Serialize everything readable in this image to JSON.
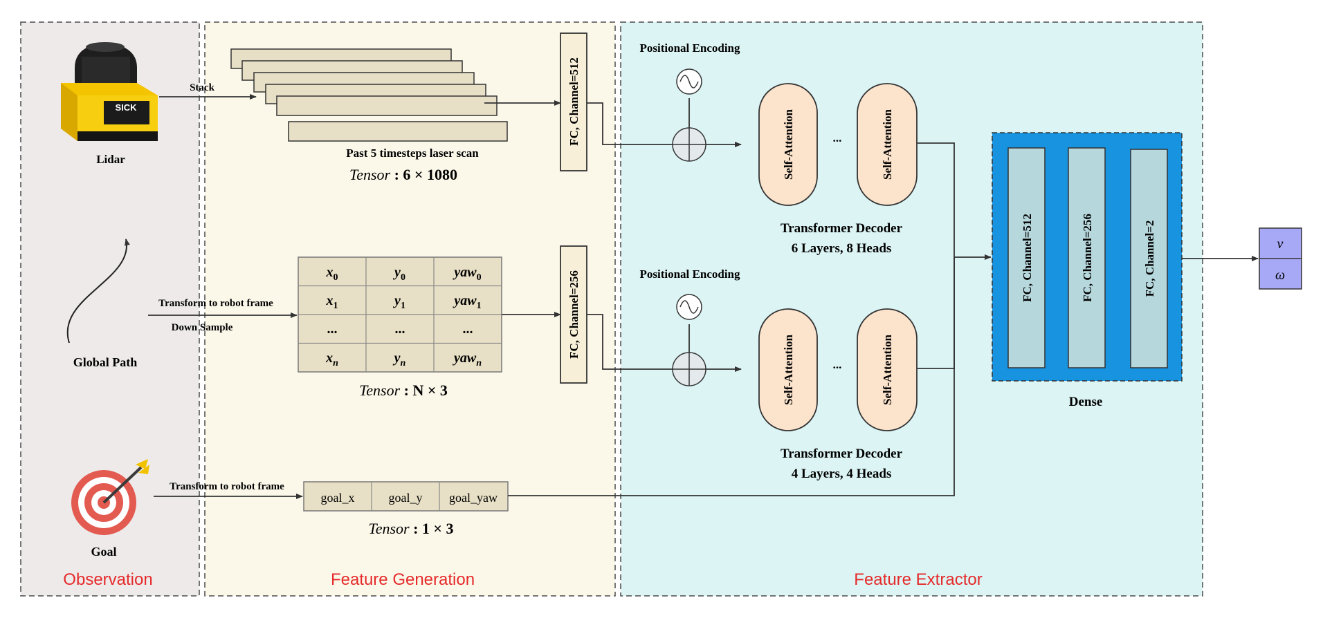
{
  "panels": {
    "observation": "Observation",
    "feature_generation": "Feature Generation",
    "feature_extractor": "Feature Extractor"
  },
  "observation": {
    "lidar_label": "Lidar",
    "lidar_brand": "SICK",
    "global_path_label": "Global Path",
    "goal_label": "Goal"
  },
  "edges": {
    "stack": "Stack",
    "transform1": "Transform to robot frame",
    "downsample": "Down Sample",
    "transform2": "Transform to robot frame"
  },
  "laser": {
    "caption": "Past 5 timesteps laser scan",
    "tensor_prefix": "Tensor",
    "tensor_dims": ": 6 × 1080"
  },
  "path_table": {
    "rows": [
      [
        {
          "b": "x",
          "s": "0"
        },
        {
          "b": "y",
          "s": "0"
        },
        {
          "b": "yaw",
          "s": "0"
        }
      ],
      [
        {
          "b": "x",
          "s": "1"
        },
        {
          "b": "y",
          "s": "1"
        },
        {
          "b": "yaw",
          "s": "1"
        }
      ],
      [
        {
          "b": "...",
          "s": ""
        },
        {
          "b": "...",
          "s": ""
        },
        {
          "b": "...",
          "s": ""
        }
      ],
      [
        {
          "b": "x",
          "s": "n"
        },
        {
          "b": "y",
          "s": "n"
        },
        {
          "b": "yaw",
          "s": "n"
        }
      ]
    ],
    "tensor_prefix": "Tensor",
    "tensor_dims": ": N × 3"
  },
  "goal_table": {
    "cells": [
      "goal_x",
      "goal_y",
      "goal_yaw"
    ],
    "tensor_prefix": "Tensor",
    "tensor_dims": ": 1 × 3"
  },
  "fc": {
    "top": "FC, Channel=512",
    "mid": "FC, Channel=256"
  },
  "transformers": {
    "pos_enc_top": "Positional Encoding",
    "pos_enc_bottom": "Positional Encoding",
    "self_attention": "Self-Attention",
    "ellipsis": "...",
    "top_title": "Transformer Decoder",
    "top_sub": "6 Layers, 8 Heads",
    "bottom_title": "Transformer Decoder",
    "bottom_sub": "4 Layers, 4 Heads"
  },
  "dense": {
    "label": "Dense",
    "layers": [
      "FC, Channel=512",
      "FC, Channel=256",
      "FC, Channel=2"
    ]
  },
  "output": {
    "v": "v",
    "omega": "ω"
  },
  "colors": {
    "panel_observation": "#eeeaea",
    "panel_feature_gen": "#fbf8ea",
    "panel_extractor": "#dcf4f4",
    "panel_title": "#e52b2b",
    "scan_fill": "#e8e0c6",
    "attention_fill": "#fbe3cc",
    "dense_bg": "#1793e0",
    "dense_layer": "#b6d7dc",
    "output_fill": "#a7a9f6"
  }
}
